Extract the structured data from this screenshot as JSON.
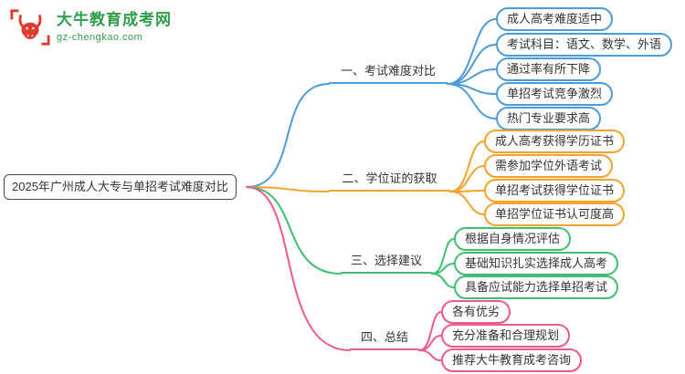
{
  "logo": {
    "title": "大牛教育成考网",
    "domain": "gz-chengkao.com"
  },
  "central": {
    "title": "2025年广州成人大专与单招考试难度对比"
  },
  "branches": [
    {
      "label": "一、考试难度对比",
      "color": "#4d9bd8",
      "children": [
        "成人高考难度适中",
        "考试科目：语文、数学、外语",
        "通过率有所下降",
        "单招考试竞争激烈",
        "热门专业要求高"
      ]
    },
    {
      "label": "二、学位证的获取",
      "color": "#f5a32a",
      "children": [
        "成人高考获得学历证书",
        "需参加学位外语考试",
        "单招考试获得学位证书",
        "单招学位证书认可度高"
      ]
    },
    {
      "label": "三、选择建议",
      "color": "#3fbf72",
      "children": [
        "根据自身情况评估",
        "基础知识扎实选择成人高考",
        "具备应试能力选择单招考试"
      ]
    },
    {
      "label": "四、总结",
      "color": "#ee5a8c",
      "children": [
        "各有优劣",
        "充分准备和合理规划",
        "推荐大牛教育成考咨询"
      ]
    }
  ],
  "theme": {
    "colors": {
      "blue": "#4d9bd8",
      "orange": "#f5a32a",
      "green": "#3fbf72",
      "pink": "#ee5a8c",
      "red": "#e03b2f",
      "brand-green": "#2e9e4a",
      "text": "#333333"
    }
  }
}
